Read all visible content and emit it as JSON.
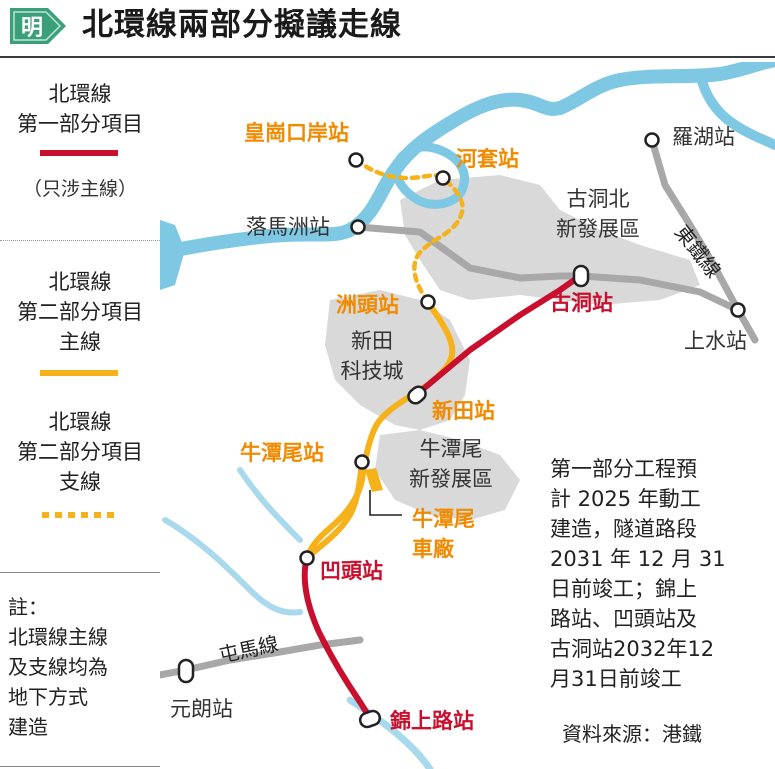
{
  "header": {
    "logo_char": "明",
    "title": "北環線兩部分擬議走線"
  },
  "colors": {
    "river": "#7ec8e3",
    "land_dev": "#d9d9d9",
    "rail_gray": "#a8a8a8",
    "phase1_red": "#c8102e",
    "phase2_orange": "#f5b21a",
    "label_orange": "#f08a00",
    "logo_green": "#3aa07a"
  },
  "legend": {
    "phase1": {
      "line1": "北環線",
      "line2": "第一部分項目",
      "note": "（只涉主線）"
    },
    "phase2_main": {
      "line1": "北環線",
      "line2": "第二部分項目",
      "line3": "主線"
    },
    "phase2_branch": {
      "line1": "北環線",
      "line2": "第二部分項目",
      "line3": "支線"
    },
    "note": {
      "lines": [
        "註：",
        "北環線主線",
        "及支線均為",
        "地下方式",
        "建造"
      ]
    }
  },
  "stations": {
    "wong_kong": "皇崗口岸站",
    "ho_sheung": "河套站",
    "lok_ma_chau": "落馬洲站",
    "chau_tau": "洲頭站",
    "san_tin": "新田站",
    "ngau_tam_mei": "牛潭尾站",
    "au_tau": "凹頭站",
    "kam_sheung_road": "錦上路站",
    "kwu_tung": "古洞站",
    "lo_wu": "羅湖站",
    "sheung_shui": "上水站",
    "yuen_long": "元朗站"
  },
  "areas": {
    "kwu_tung_north": [
      "古洞北",
      "新發展區"
    ],
    "san_tin_tech": [
      "新田",
      "科技城"
    ],
    "ngau_tam_mei_nda": [
      "牛潭尾",
      "新發展區"
    ],
    "depot": [
      "牛潭尾",
      "車廠"
    ]
  },
  "lines": {
    "east_rail": "東鐵線",
    "tuen_ma": "屯馬線"
  },
  "info": {
    "lines": [
      "第一部分工程預",
      "計 2025 年動工",
      "建造，隧道路段",
      "2031 年 12 月 31",
      "日前竣工；錦上",
      "路站、凹頭站及",
      "古洞站2032年12",
      "月31日前竣工"
    ]
  },
  "source": "資料來源：港鐵"
}
